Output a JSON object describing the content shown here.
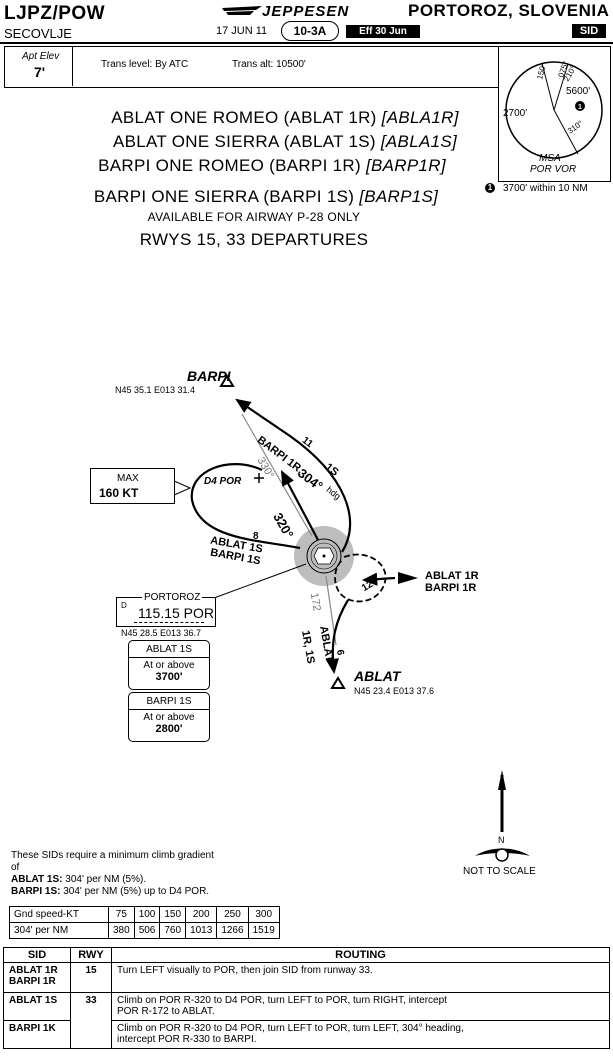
{
  "header": {
    "icao_iata": "LJPZ/POW",
    "airport_name": "SECOVLJE",
    "brand": "JEPPESEN",
    "date": "17 JUN 11",
    "chart_index": "10-3A",
    "effective": "Eff 30 Jun",
    "city": "PORTOROZ, SLOVENIA",
    "chart_type": "SID"
  },
  "info_bar": {
    "apt_elev_label": "Apt Elev",
    "apt_elev_value": "7'",
    "trans_level": "Trans level: By ATC",
    "trans_alt": "Trans alt: 10500'"
  },
  "msa": {
    "label": "MSA",
    "ref": "POR VOR",
    "alt_north": "5600'",
    "alt_west": "2700'",
    "bearing_075": "075°",
    "bearing_150": "150°",
    "bearing_210": "210°",
    "bearing_310": "310°",
    "note_num": "1",
    "note_text": "3700' within 10 NM"
  },
  "titles": {
    "line1": "ABLAT ONE ROMEO (ABLAT 1R)",
    "line1_code": "[ABLA1R]",
    "line2": "ABLAT ONE SIERRA (ABLAT 1S)",
    "line2_code": "[ABLA1S]",
    "line3": "BARPI ONE ROMEO (BARPI 1R)",
    "line3_code": "[BARP1R]",
    "line4": "BARPI ONE SIERRA (BARPI 1S)",
    "line4_code": "[BARP1S]",
    "restriction": "AVAILABLE FOR AIRWAY P-28 ONLY",
    "runways": "RWYS 15, 33 DEPARTURES"
  },
  "map": {
    "barpi_name": "BARPI",
    "barpi_coord": "N45 35.1 E013 31.4",
    "ablat_name": "ABLAT",
    "ablat_coord": "N45 23.4 E013 37.6",
    "d4por": "D4 POR",
    "max_label": "MAX",
    "max_value": "160 KT",
    "route_barpi_dist": "11",
    "route_barpi_name1": "BARPI 1R,",
    "route_barpi_name2": "1S",
    "hdg_304": "304°",
    "hdg_label": "hdg",
    "radial_330": "330°",
    "crs_320": "320°",
    "dist_8": "8",
    "ablat1s_label": "ABLAT 1S",
    "barpi1s_label": "BARPI 1S",
    "dist_12": "12",
    "entry_label1": "ABLAT 1R",
    "entry_label2": "BARPI 1R",
    "radial_172": "172",
    "dist_6": "6",
    "ablat_route1": "ABLAT",
    "ablat_route2": "1R, 1S",
    "vor_name": "PORTOROZ",
    "vor_d": "D",
    "vor_freq": "115.15 POR",
    "vor_coord": "N45 28.5 E013 36.7",
    "ablat1s_box_title": "ABLAT 1S",
    "ablat1s_box_line1": "At or above",
    "ablat1s_box_alt": "3700'",
    "barpi1s_box_title": "BARPI 1S",
    "barpi1s_box_line1": "At or above",
    "barpi1s_box_alt": "2800'",
    "north": "N",
    "not_to_scale": "NOT TO SCALE"
  },
  "climb": {
    "intro1": "These SIDs require a minimum climb gradient",
    "intro2": "of",
    "ablat_label": "ABLAT 1S:",
    "ablat_text": "304' per NM (5%).",
    "barpi_label": "BARPI 1S:",
    "barpi_text": "304' per NM (5%) up to D4 POR.",
    "row1_label": "Gnd speed-KT",
    "row1": [
      "75",
      "100",
      "150",
      "200",
      "250",
      "300"
    ],
    "row2_label": "304' per NM",
    "row2": [
      "380",
      "506",
      "760",
      "1013",
      "1266",
      "1519"
    ]
  },
  "routing": {
    "headers": [
      "SID",
      "RWY",
      "ROUTING"
    ],
    "rows": [
      {
        "sid": "ABLAT 1R\nBARPI 1R",
        "rwy": "15",
        "text": "Turn LEFT visually to POR, then join SID from runway 33."
      },
      {
        "sid": "ABLAT 1S",
        "rwy": "33",
        "text": "Climb on POR R-320 to D4 POR, turn LEFT to POR, turn RIGHT, intercept\nPOR R-172 to ABLAT."
      },
      {
        "sid": "BARPI 1K",
        "rwy": "",
        "text": "Climb on POR R-320 to D4 POR, turn LEFT to POR, turn LEFT, 304° heading,\nintercept POR R-330 to BARPI."
      }
    ]
  }
}
